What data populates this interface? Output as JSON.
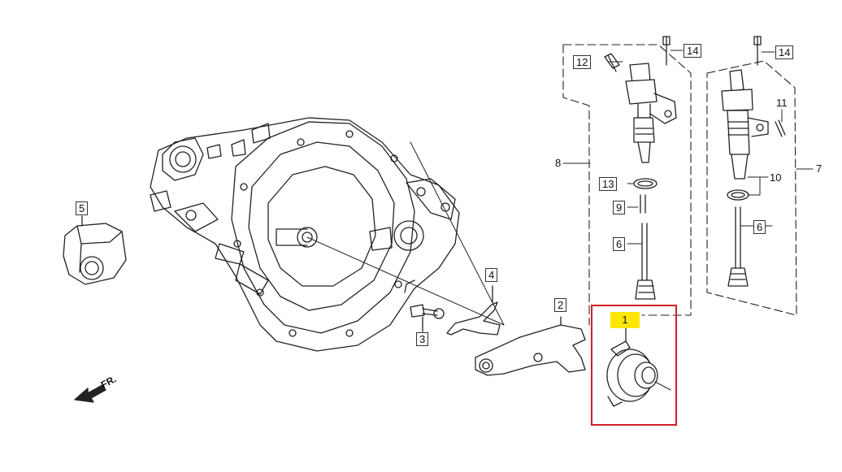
{
  "callouts": {
    "c1": "1",
    "c2": "2",
    "c3": "3",
    "c4": "4",
    "c5": "5",
    "c6a": "6",
    "c6b": "6",
    "c7": "7",
    "c8": "8",
    "c9": "9",
    "c10": "10",
    "c11": "11",
    "c12": "12",
    "c13": "13",
    "c14a": "14",
    "c14b": "14"
  },
  "direction_label": "FR.",
  "colors": {
    "selection": "#d0202a",
    "highlight": "#ffe600",
    "line": "#222222"
  },
  "icons": {
    "front_arrow": "arrow-front-icon"
  }
}
